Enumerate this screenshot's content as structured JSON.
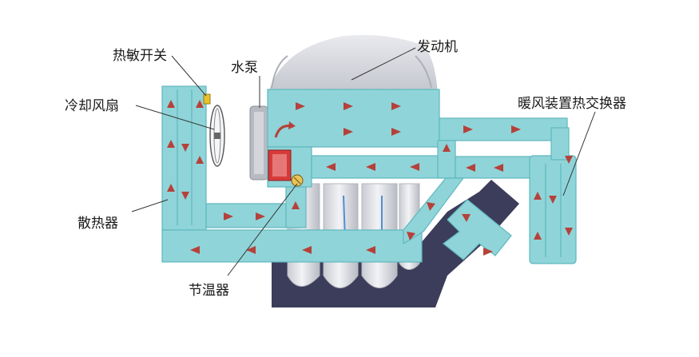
{
  "labels": {
    "engine": "发动机",
    "water_pump": "水泵",
    "thermo_switch": "热敏开关",
    "cooling_fan": "冷却风扇",
    "heater_core": "暖风装置热交换器",
    "radiator": "散热器",
    "thermostat": "节温器"
  },
  "colors": {
    "coolant": "#8fd4d8",
    "coolant_edge": "#5fb8bf",
    "flow_arrow": "#b5413a",
    "engine_body": "#d9dbe0",
    "engine_dark": "#3c3d5a",
    "leader_line": "#333333"
  }
}
